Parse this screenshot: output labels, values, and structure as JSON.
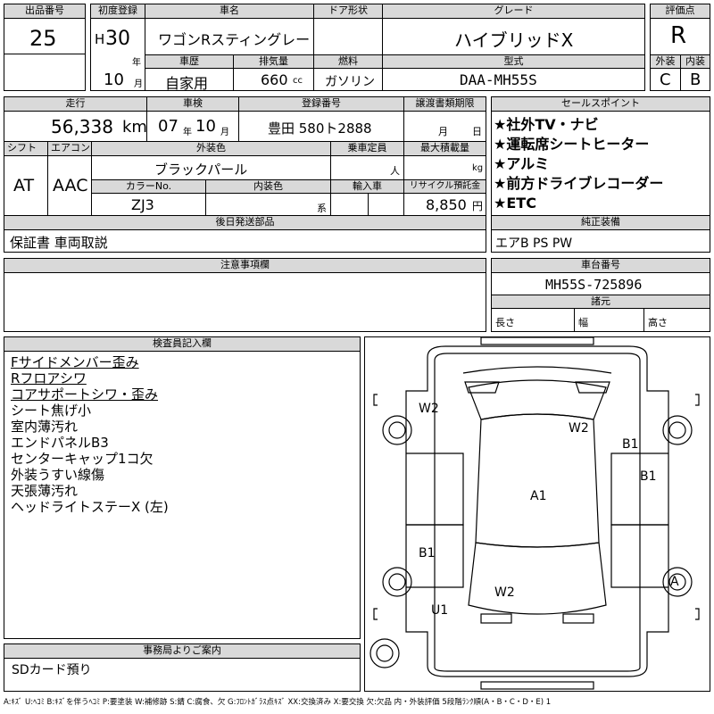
{
  "headers": {
    "lot_no": "出品番号",
    "first_reg": "初度登録",
    "car_name": "車名",
    "door": "ドア形状",
    "grade": "グレード",
    "score": "評価点",
    "history": "車歴",
    "displacement": "排気量",
    "fuel": "燃料",
    "model": "型式",
    "exterior": "外装",
    "interior": "内装",
    "mileage": "走行",
    "inspection": "車検",
    "reg_no": "登録番号",
    "transfer_deadline": "譲渡書類期限",
    "sales_points": "セールスポイント",
    "shift": "シフト",
    "aircon": "エアコン",
    "ext_color": "外装色",
    "capacity": "乗車定員",
    "max_load": "最大積載量",
    "color_no": "カラーNo.",
    "int_color": "内装色",
    "import": "輸入車",
    "recycle": "リサイクル預託金",
    "later_parts": "後日発送部品",
    "genuine_equip": "純正装備",
    "notes": "注意事項欄",
    "chassis_no": "車台番号",
    "specs": "諸元",
    "length": "長さ",
    "width": "幅",
    "height": "高さ",
    "inspector": "検査員記入欄",
    "office": "事務局よりご案内"
  },
  "vehicle": {
    "lot_no": "25",
    "era": "H",
    "year": "30",
    "year_unit": "年",
    "month": "10",
    "month_unit": "月",
    "car_name": "ワゴンRスティングレー",
    "grade": "ハイブリッドX",
    "score": "R",
    "history": "自家用",
    "displacement": "660",
    "displacement_unit": "cc",
    "fuel": "ガソリン",
    "model": "DAA-MH55S",
    "exterior_score": "C",
    "interior_score": "B",
    "mileage": "56,338",
    "mileage_unit": "km",
    "inspection_year": "07",
    "inspection_year_unit": "年",
    "inspection_month": "10",
    "inspection_month_unit": "月",
    "reg_no": "豊田 580ト2888",
    "transfer_month_unit": "月",
    "transfer_day_unit": "日",
    "shift": "AT",
    "aircon": "AAC",
    "ext_color": "ブラックパール",
    "capacity_unit": "人",
    "max_load_unit": "kg",
    "color_no": "ZJ3",
    "int_color_unit": "系",
    "recycle": "8,850",
    "recycle_unit": "円",
    "later_parts": "保証書 車両取説",
    "genuine_equip": "エアB PS PW",
    "chassis_no": "MH55S-725896"
  },
  "sales_points": [
    "★社外TV・ナビ",
    "★運転席シートヒーター",
    "★アルミ",
    "★前方ドライブレコーダー",
    "★ETC"
  ],
  "inspector_notes": [
    {
      "text": "Fサイドメンバー歪み",
      "underline": true
    },
    {
      "text": "Rフロアシワ",
      "underline": true
    },
    {
      "text": "コアサポートシワ・歪み",
      "underline": true
    },
    {
      "text": "シート焦げ小",
      "underline": false
    },
    {
      "text": "室内薄汚れ",
      "underline": false
    },
    {
      "text": "エンドパネルB3",
      "underline": false
    },
    {
      "text": "センターキャップ1コ欠",
      "underline": false
    },
    {
      "text": "外装うすい線傷",
      "underline": false
    },
    {
      "text": "天張薄汚れ",
      "underline": false
    },
    {
      "text": "ヘッドライトステーX (左)",
      "underline": false
    }
  ],
  "diagram_marks": [
    "W2",
    "W2",
    "B1",
    "B1",
    "A1",
    "B1",
    "A",
    "W2",
    "U1"
  ],
  "office_note": "SDカード預り",
  "legend": "A:ｷｽﾞ U:ﾍｺﾐ B:ｷｽﾞを伴うﾍｺﾐ P:要塗装 W:補修跡 S:錆 C:腐食、欠 G:ﾌﾛﾝﾄｶﾞﾗｽ点ｷｽﾞ XX:交換済み X:要交換 欠:欠品 内・外装評価 5段階ﾗﾝｸ順(A・B・C・D・E) 1"
}
